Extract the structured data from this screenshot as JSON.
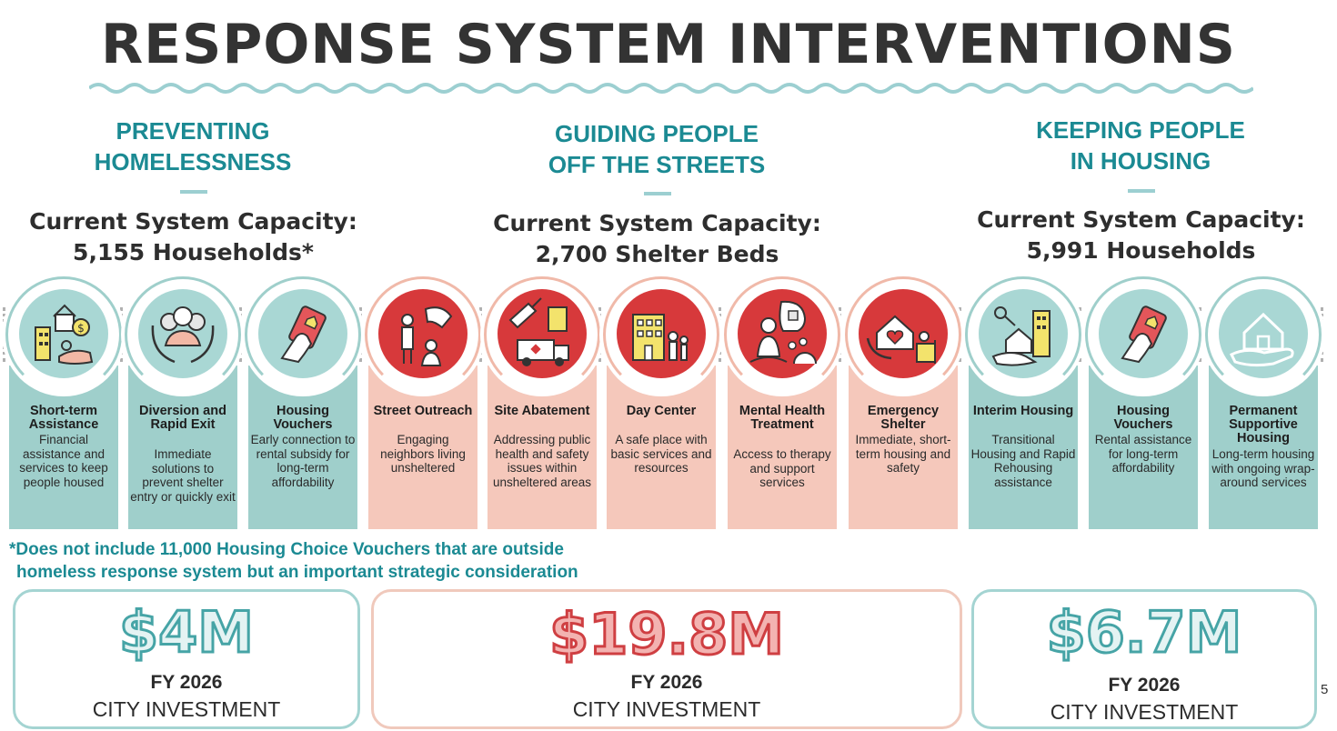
{
  "title": "RESPONSE SYSTEM INTERVENTIONS",
  "sections": [
    {
      "heading_line1": "PREVENTING",
      "heading_line2": "HOMELESSNESS",
      "capacity_line1": "Current System Capacity:",
      "capacity_line2": "5,155 Households*",
      "color": "#9fcfcb"
    },
    {
      "heading_line1": "GUIDING PEOPLE",
      "heading_line2": "OFF THE STREETS",
      "capacity_line1": "Current System Capacity:",
      "capacity_line2": "2,700 Shelter Beds",
      "color": "#f5c8bb"
    },
    {
      "heading_line1": "KEEPING PEOPLE",
      "heading_line2": "IN HOUSING",
      "capacity_line1": "Current System Capacity:",
      "capacity_line2": "5,991 Households",
      "color": "#9fcfcb"
    }
  ],
  "cards": [
    {
      "title": "Short-term Assistance",
      "desc": "Financial assistance and services to keep people housed",
      "icon": "buildings-money-icon"
    },
    {
      "title": "Diversion and Rapid Exit",
      "desc": "Immediate solutions to prevent shelter entry or quickly exit",
      "icon": "family-hands-icon"
    },
    {
      "title": "Housing Vouchers",
      "desc": "Early connection to rental subsidy for long-term affordability",
      "icon": "hand-voucher-icon"
    },
    {
      "title": "Street Outreach",
      "desc": "Engaging neighbors living unsheltered",
      "icon": "outreach-people-icon"
    },
    {
      "title": "Site Abatement",
      "desc": "Addressing public health and safety issues within unsheltered areas",
      "icon": "cleanup-truck-icon"
    },
    {
      "title": "Day Center",
      "desc": "A safe place with basic services and resources",
      "icon": "day-center-building-icon"
    },
    {
      "title": "Mental Health Treatment",
      "desc": "Access to therapy and support services",
      "icon": "meditation-puzzle-icon"
    },
    {
      "title": "Emergency Shelter",
      "desc": "Immediate, short-term housing and safety",
      "icon": "heart-house-hands-icon"
    },
    {
      "title": "Interim Housing",
      "desc": "Transitional Housing and Rapid Rehousing assistance",
      "icon": "key-house-hand-icon"
    },
    {
      "title": "Housing Vouchers",
      "desc": "Rental assistance for long-term affordability",
      "icon": "hand-voucher-icon"
    },
    {
      "title": "Permanent Supportive Housing",
      "desc": "Long-term housing with ongoing wrap-around services",
      "icon": "house-in-hand-icon"
    }
  ],
  "footnote_line1": "*Does not include 11,000 Housing Choice Vouchers that are outside",
  "footnote_line2": "homeless response system but an important strategic consideration",
  "investments": [
    {
      "amount": "$4M",
      "fy": "FY 2026",
      "label": "CITY INVESTMENT"
    },
    {
      "amount": "$19.8M",
      "fy": "FY 2026",
      "label": "CITY INVESTMENT"
    },
    {
      "amount": "$6.7M",
      "fy": "FY 2026",
      "label": "CITY INVESTMENT"
    }
  ],
  "page_number": "5",
  "colors": {
    "teal": "#1b8a93",
    "teal_light": "#9fcfcb",
    "pink_light": "#f5c8bb",
    "red": "#d7393b",
    "title": "#333333"
  }
}
